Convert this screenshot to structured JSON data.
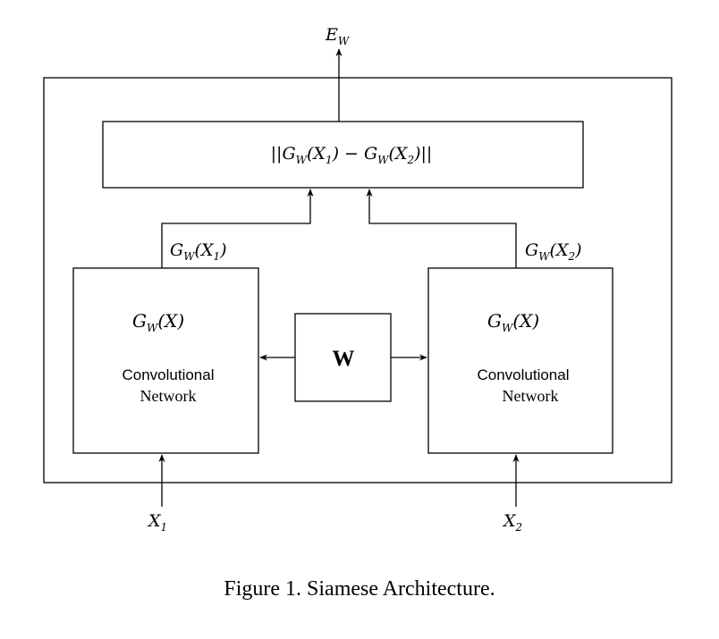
{
  "diagram": {
    "output_label": {
      "main": "E",
      "sub": "W"
    },
    "distance_box": {
      "parts": [
        "||G",
        "W",
        "(X",
        "1",
        ") − G",
        "W",
        "(X",
        "2",
        ")||"
      ]
    },
    "left_branch_label": {
      "g": "G",
      "w": "W",
      "x": "(X",
      "n": "1",
      "close": ")"
    },
    "right_branch_label": {
      "g": "G",
      "w": "W",
      "x": "(X",
      "n": "2",
      "close": ")"
    },
    "left_network": {
      "func": {
        "g": "G",
        "w": "W",
        "x": "(X)"
      },
      "line1": "Convolutional",
      "line2": "Network"
    },
    "right_network": {
      "func": {
        "g": "G",
        "w": "W",
        "x": "(X)"
      },
      "line1": "Convolutional",
      "line2": "Network"
    },
    "shared_weights": {
      "label": "W"
    },
    "input_left": {
      "main": "X",
      "sub": "1"
    },
    "input_right": {
      "main": "X",
      "sub": "2"
    }
  },
  "caption": "Figure 1. Siamese Architecture."
}
